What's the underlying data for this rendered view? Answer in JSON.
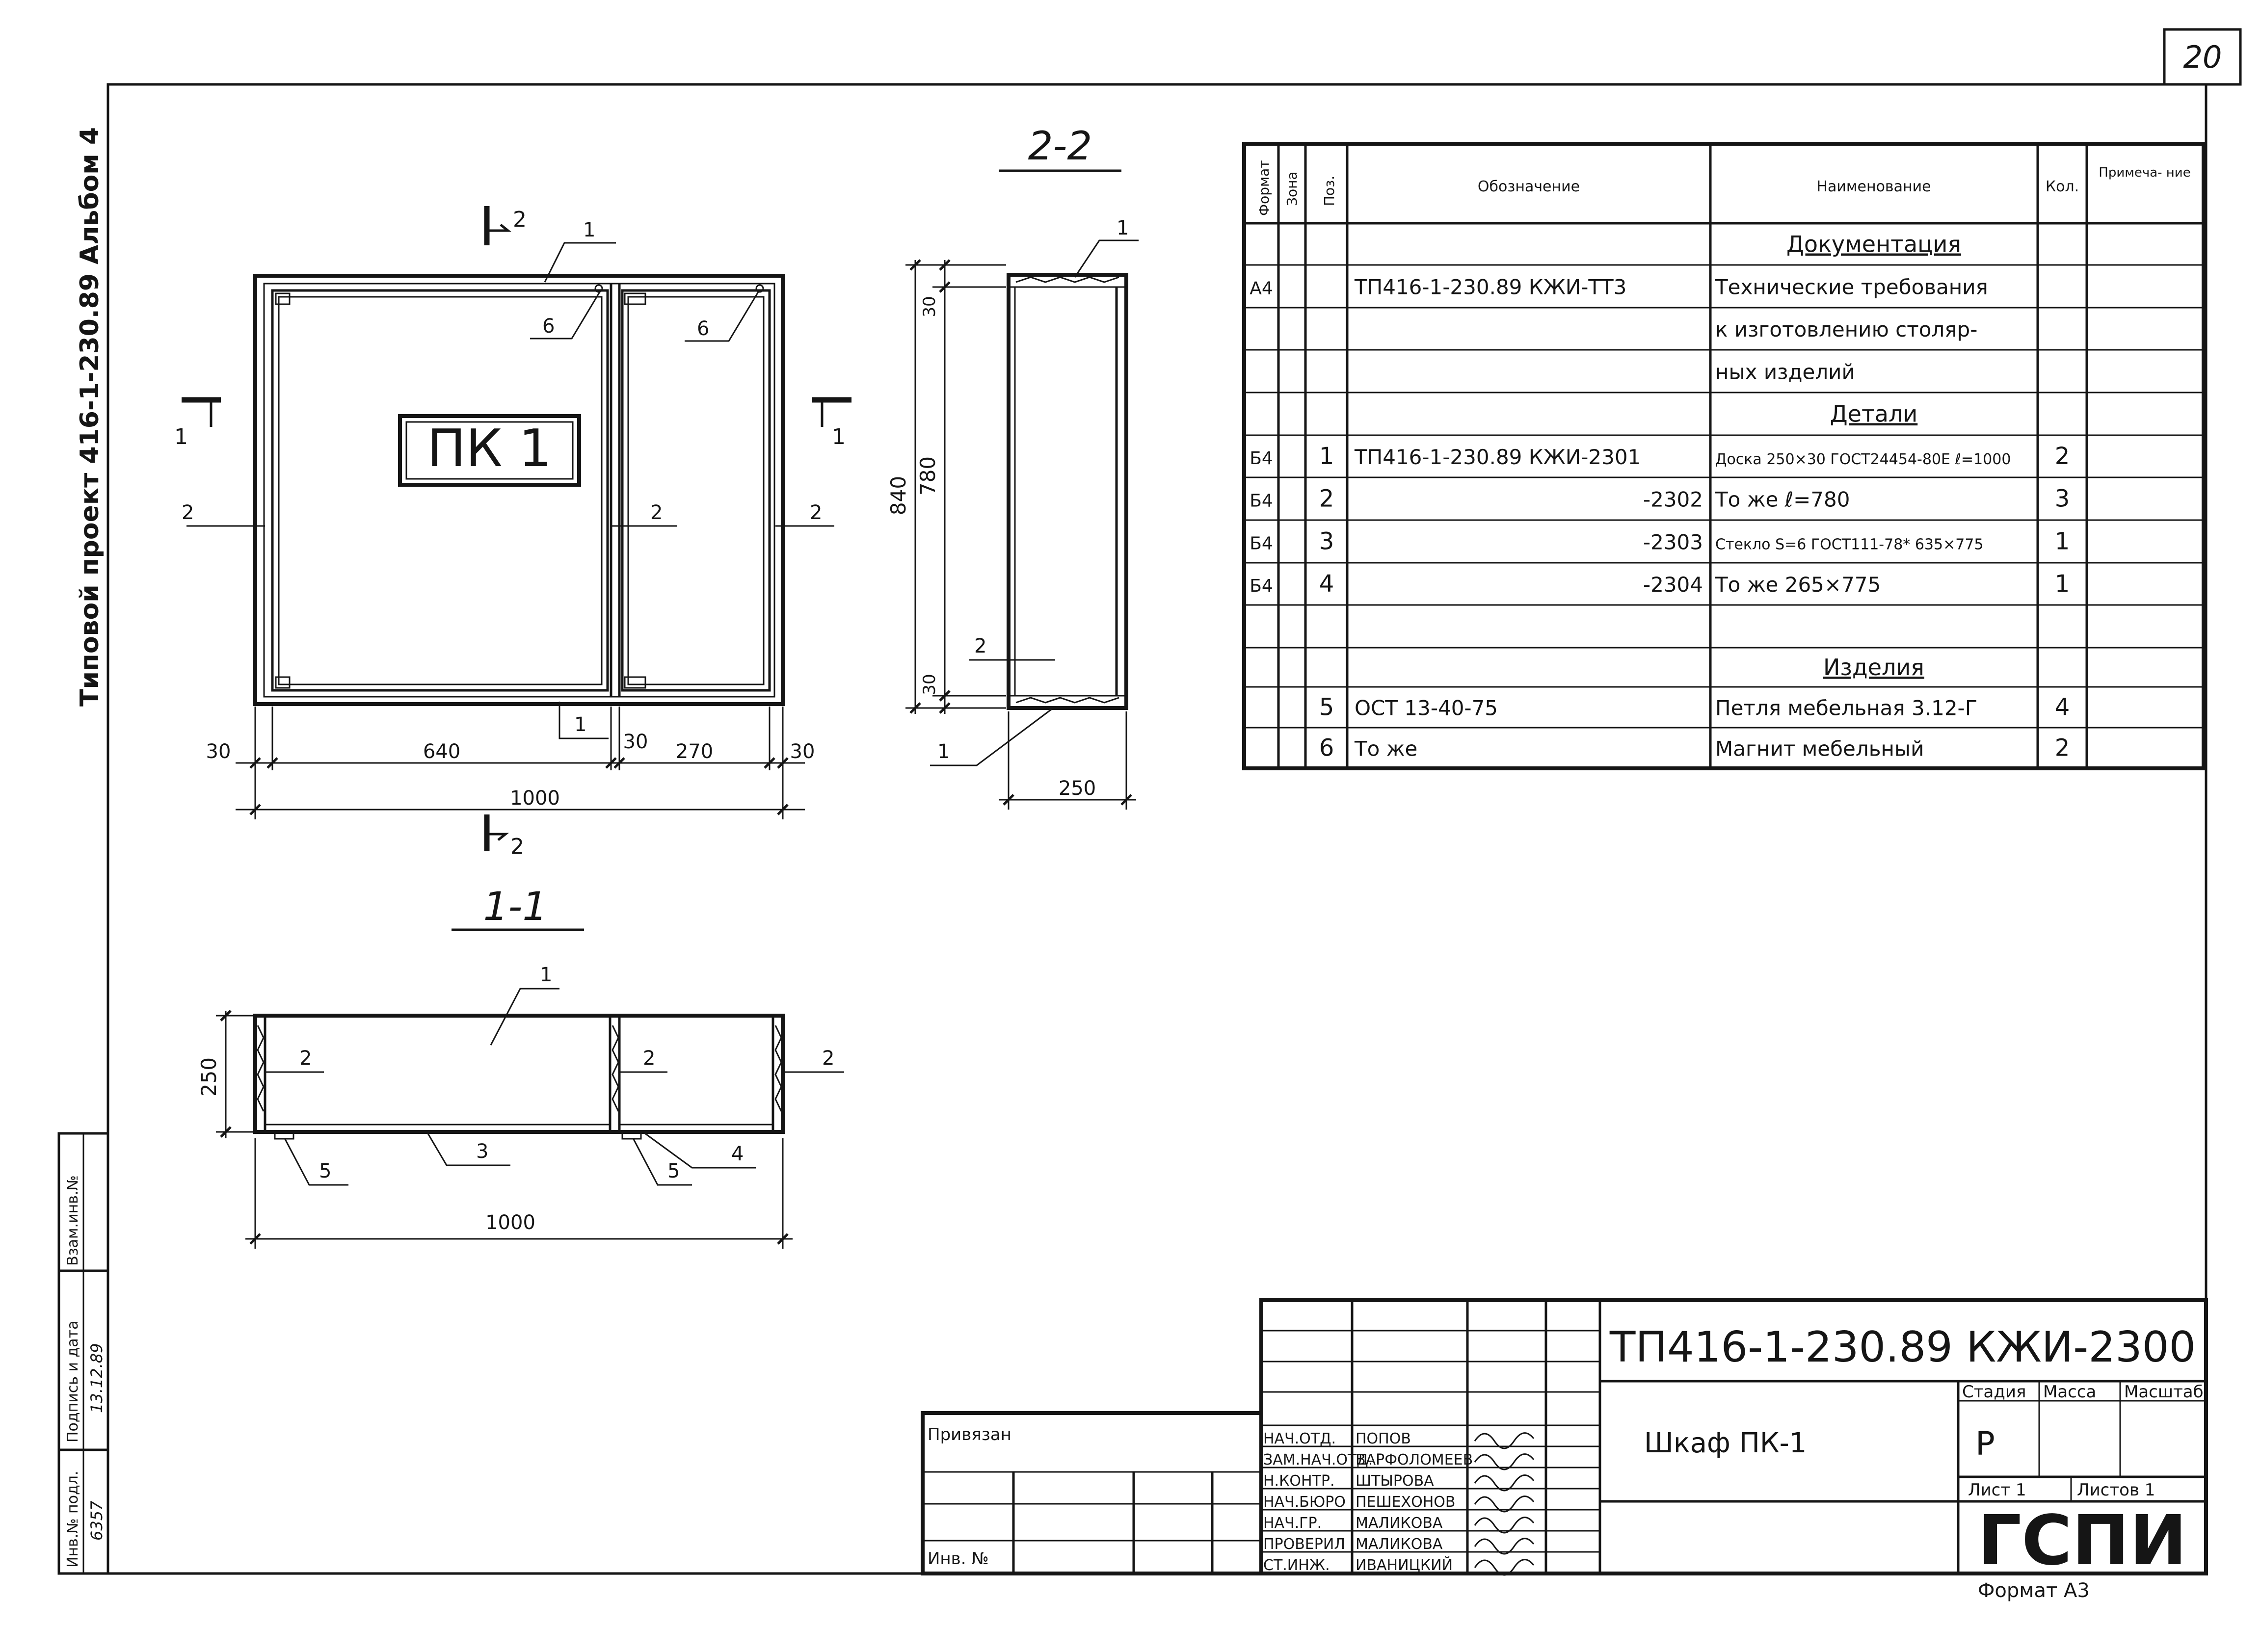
{
  "sheet_number": "20",
  "side_project_label": "Типовой проект 416-1-230.89 Альбом 4",
  "side_stamp": {
    "inv_podl_label": "Инв.№ подл.",
    "inv_podl_value": "6357",
    "podpis_label": "Подпись и дата",
    "podpis_value": "13.12.89",
    "vzam_label": "Взам.инв.№",
    "vzam_value": ""
  },
  "front_view": {
    "cut_label": "2",
    "cut_label_bottom": "2",
    "side_cut_left": "1",
    "side_cut_right": "1",
    "stencil": "ПК 1",
    "callouts": {
      "top": "1",
      "bottom": "1",
      "hinge_left": "6",
      "hinge_right": "6",
      "left": "2",
      "middle": "2",
      "right": "2"
    },
    "dims": {
      "d30_left": "30",
      "d640": "640",
      "d30_mid": "30",
      "d270": "270",
      "d30_right": "30",
      "d1000": "1000"
    }
  },
  "section_22": {
    "title": "2-2",
    "callout_top": "1",
    "callout_bottom": "1",
    "callout_mid": "2",
    "dims": {
      "d840": "840",
      "d780": "780",
      "d30_top": "30",
      "d30_bottom": "30",
      "d250": "250"
    }
  },
  "section_11": {
    "title": "1-1",
    "callouts": {
      "top": "1",
      "left": "2",
      "middle": "2",
      "right": "2",
      "c3": "3",
      "c4": "4",
      "c5a": "5",
      "c5b": "5"
    },
    "dims": {
      "d250": "250",
      "d1000": "1000"
    }
  },
  "spec_table": {
    "headers": {
      "format": "Формат",
      "zone": "Зона",
      "pos": "Поз.",
      "designation": "Обозначение",
      "name": "Наименование",
      "qty": "Кол.",
      "note": "Примеча-\nние"
    },
    "rows": [
      {
        "format": "",
        "pos": "",
        "designation": "",
        "name": "Документация",
        "qty": "",
        "heading": true
      },
      {
        "format": "А4",
        "pos": "",
        "designation": "ТП416-1-230.89   КЖИ-ТТ3",
        "name": "Технические требования",
        "qty": ""
      },
      {
        "format": "",
        "pos": "",
        "designation": "",
        "name": "к изготовлению столяр-",
        "qty": ""
      },
      {
        "format": "",
        "pos": "",
        "designation": "",
        "name": "ных изделий",
        "qty": ""
      },
      {
        "format": "",
        "pos": "",
        "designation": "",
        "name": "Детали",
        "qty": "",
        "heading": true
      },
      {
        "format": "Б4",
        "pos": "1",
        "designation": "ТП416-1-230.89   КЖИ-2301",
        "name": "Доска 250×30 ГОСТ24454-80Е ℓ=1000",
        "qty": "2"
      },
      {
        "format": "Б4",
        "pos": "2",
        "designation": "-2302",
        "name": "То же            ℓ=780",
        "qty": "3"
      },
      {
        "format": "Б4",
        "pos": "3",
        "designation": "-2303",
        "name": "Стекло S=6 ГОСТ111-78* 635×775",
        "qty": "1"
      },
      {
        "format": "Б4",
        "pos": "4",
        "designation": "-2304",
        "name": "То же          265×775",
        "qty": "1"
      },
      {
        "format": "",
        "pos": "",
        "designation": "",
        "name": "",
        "qty": ""
      },
      {
        "format": "",
        "pos": "",
        "designation": "",
        "name": "Изделия",
        "qty": "",
        "heading": true
      },
      {
        "format": "",
        "pos": "5",
        "designation": "ОСТ 13-40-75",
        "name": "Петля мебельная   3.12-Г",
        "qty": "4"
      },
      {
        "format": "",
        "pos": "6",
        "designation": "То же",
        "name": "Магнит мебельный",
        "qty": "2"
      }
    ]
  },
  "title_block": {
    "document_code": "ТП416-1-230.89   КЖИ-2300",
    "item_name": "Шкаф  ПК-1",
    "privyazan_label": "Привязан",
    "inv_label": "Инв. №",
    "stage_label": "Стадия",
    "mass_label": "Масса",
    "scale_label": "Масштаб",
    "stage_value": "Р",
    "sheet_label": "Лист 1",
    "sheets_label": "Листов 1",
    "organization": "ГСПИ",
    "format_label": "Формат А3",
    "signatures": [
      {
        "role": "НАЧ.ОТД.",
        "name": "ПОПОВ"
      },
      {
        "role": "ЗАМ.НАЧ.ОТД.",
        "name": "ВАРФОЛОМЕЕВ"
      },
      {
        "role": "Н.КОНТР.",
        "name": "ШТЫРОВА"
      },
      {
        "role": "НАЧ.БЮРО",
        "name": "ПЕШЕХОНОВ"
      },
      {
        "role": "НАЧ.ГР.",
        "name": "МАЛИКОВА"
      },
      {
        "role": "ПРОВЕРИЛ",
        "name": "МАЛИКОВА"
      },
      {
        "role": "СТ.ИНЖ.",
        "name": "ИВАНИЦКИЙ"
      }
    ]
  }
}
